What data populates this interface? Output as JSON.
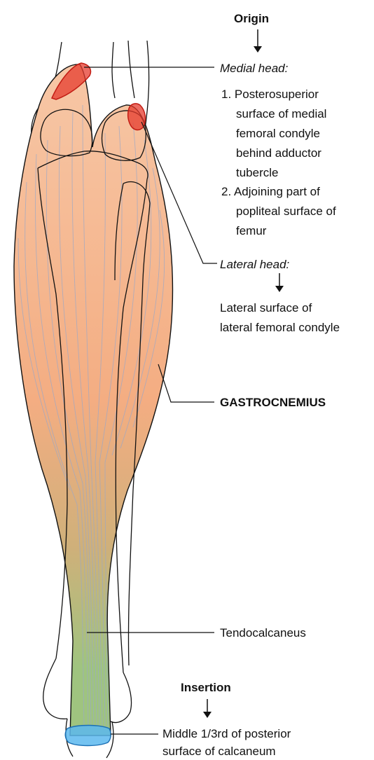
{
  "origin_title": "Origin",
  "medial_head": {
    "title": "Medial head:",
    "items": [
      [
        "1. Posterosuperior",
        "surface of medial",
        "femoral condyle",
        "behind adductor",
        "tubercle"
      ],
      [
        "2. Adjoining part of",
        "popliteal surface of",
        "femur"
      ]
    ]
  },
  "lateral_head": {
    "title": "Lateral head:",
    "desc": [
      "Lateral surface of",
      "lateral femoral condyle"
    ]
  },
  "muscle_name": "GASTROCNEMIUS",
  "tendon_name": "Tendocalcaneus",
  "insertion": {
    "title": "Insertion",
    "desc": [
      "Middle 1/3rd of posterior",
      "surface of calcaneum"
    ]
  },
  "colors": {
    "muscle_top": "#f7c7a6",
    "muscle_mid": "#f4ad82",
    "muscle_low": "#cfb07a",
    "tendon": "#9fc47f",
    "origin_mark": "#e63b2e",
    "insertion_mark": "#5cb8ef",
    "outline": "#111111"
  },
  "icons": [
    "arrow-down-icon"
  ]
}
